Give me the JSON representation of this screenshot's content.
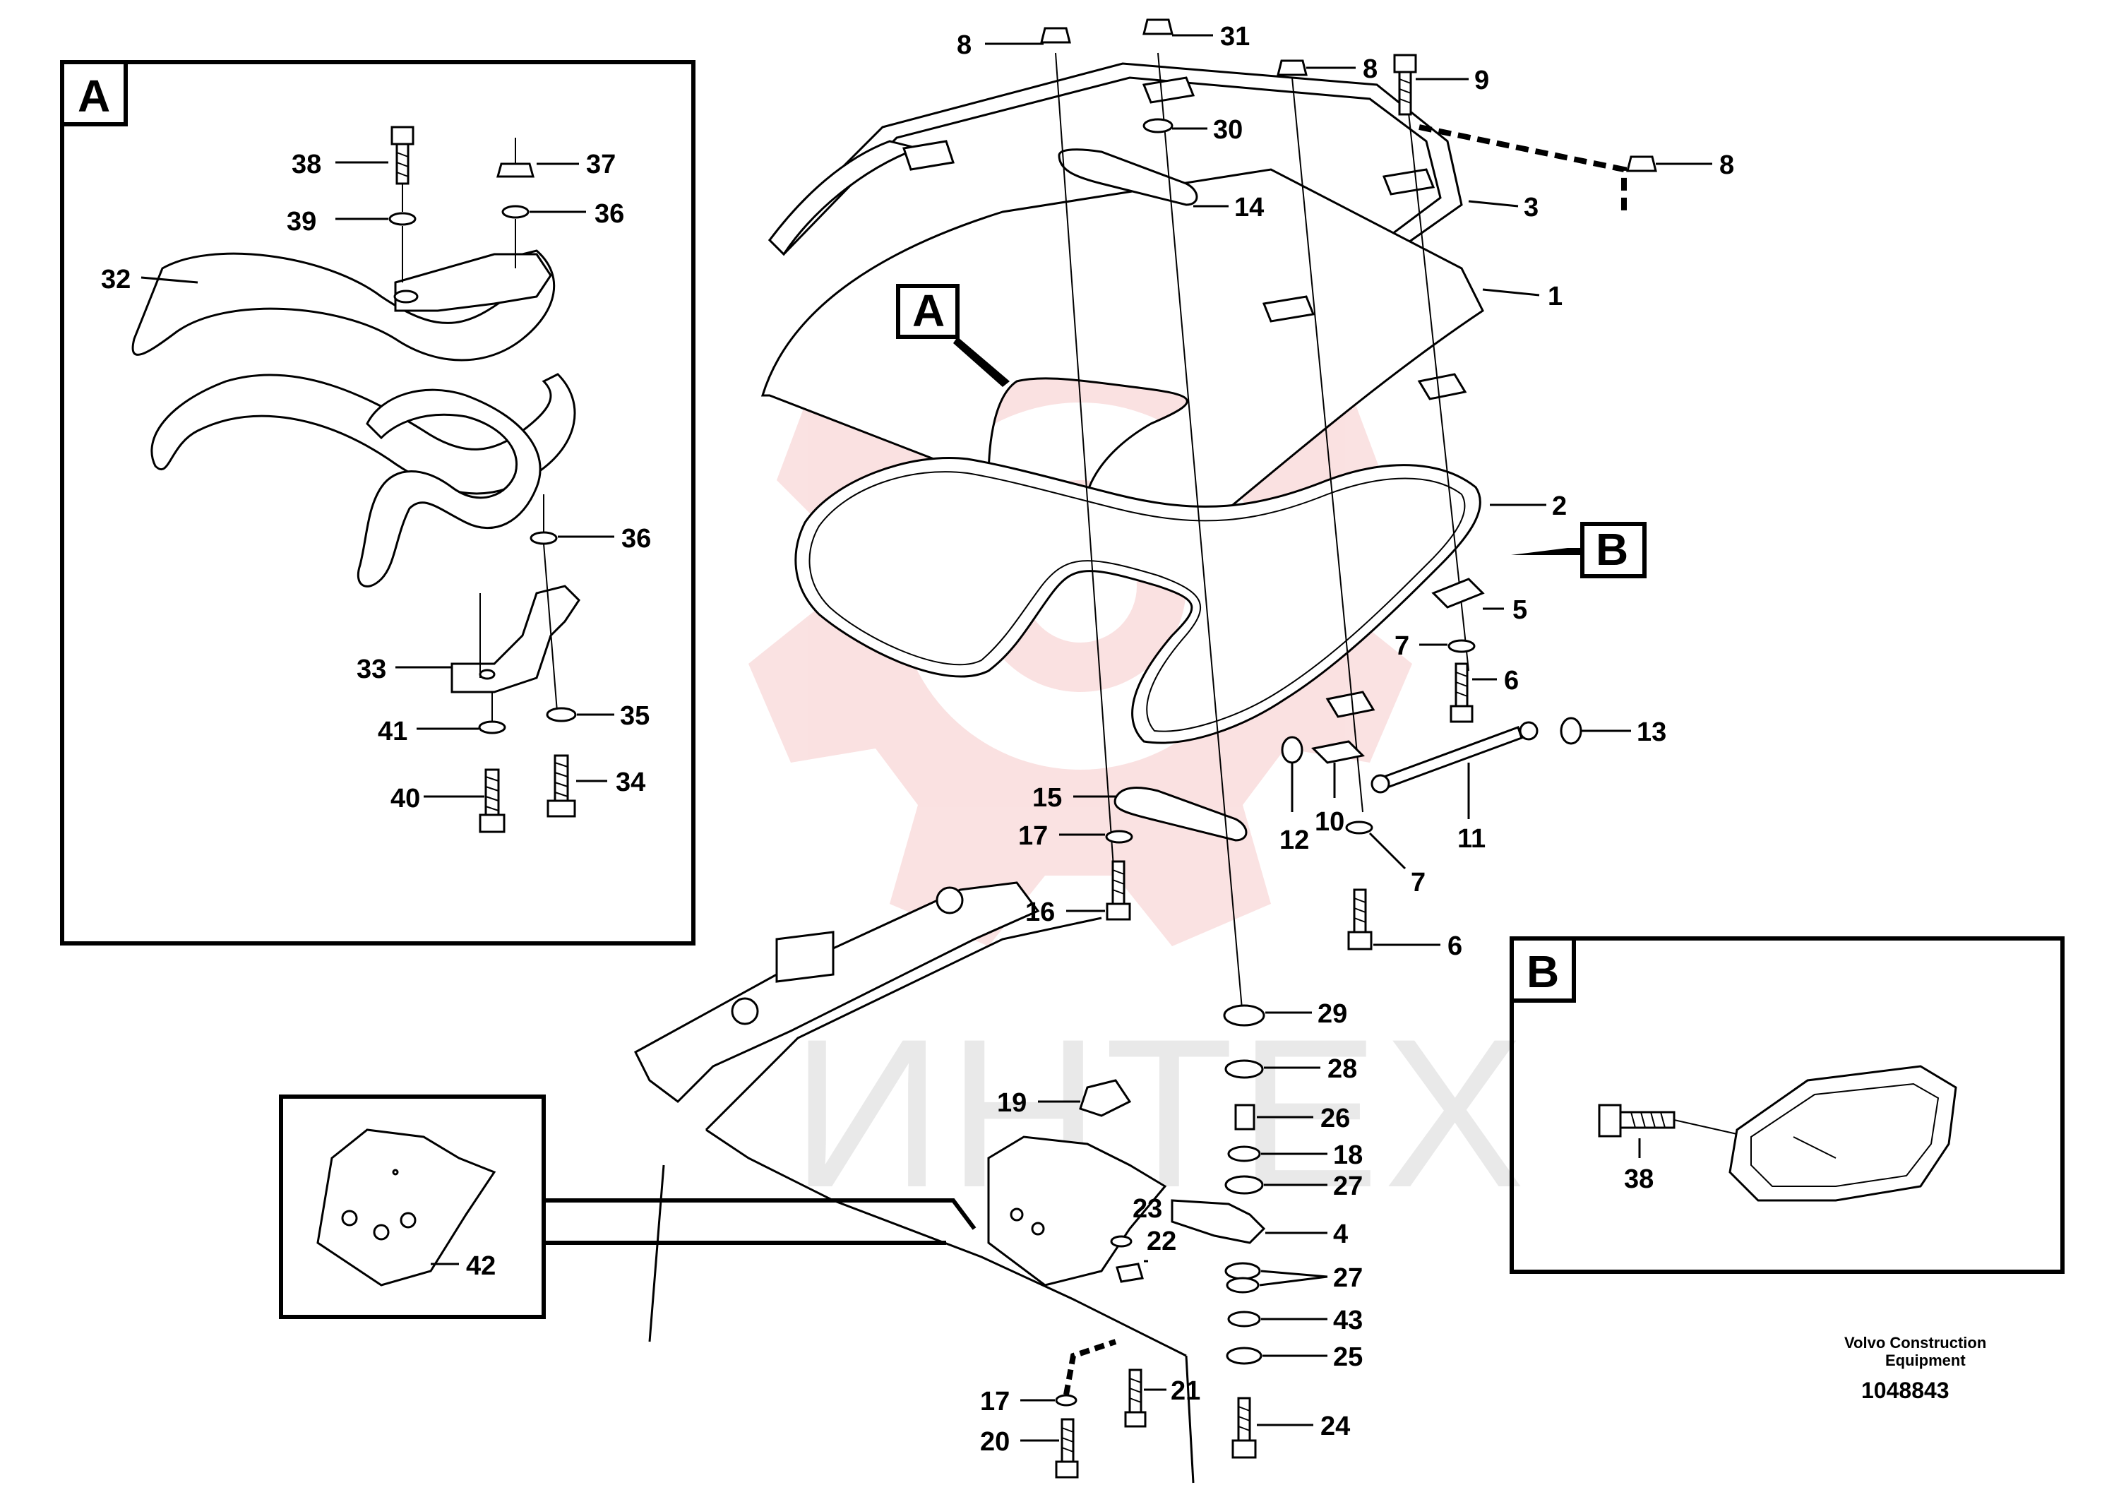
{
  "diagram": {
    "watermark_text": "ИНТЕХ",
    "credit_line1": "Volvo Construction",
    "credit_line2": "Equipment",
    "drawing_number": "1048843",
    "callout_letters": {
      "a_main": "A",
      "a_ref": "A",
      "b_main": "B",
      "b_ref": "B"
    },
    "detail_a_labels": {
      "p32": "32",
      "p33": "33",
      "p34": "34",
      "p35": "35",
      "p36a": "36",
      "p36b": "36",
      "p37": "37",
      "p38": "38",
      "p39": "39",
      "p40": "40",
      "p41": "41"
    },
    "detail_b_labels": {
      "p38": "38"
    },
    "detail_42_labels": {
      "p42": "42"
    },
    "main_labels": {
      "p1": "1",
      "p2": "2",
      "p3": "3",
      "p4": "4",
      "p5": "5",
      "p6a": "6",
      "p6b": "6",
      "p7a": "7",
      "p7b": "7",
      "p8a": "8",
      "p8b": "8",
      "p8c": "8",
      "p9": "9",
      "p10": "10",
      "p11": "11",
      "p12": "12",
      "p13": "13",
      "p14": "14",
      "p15": "15",
      "p16": "16",
      "p17a": "17",
      "p17b": "17",
      "p18": "18",
      "p19": "19",
      "p20": "20",
      "p21": "21",
      "p22": "22",
      "p23": "23",
      "p24": "24",
      "p25": "25",
      "p26": "26",
      "p27a": "27",
      "p27b": "27",
      "p28": "28",
      "p29": "29",
      "p30": "30",
      "p31": "31",
      "p43": "43"
    }
  }
}
